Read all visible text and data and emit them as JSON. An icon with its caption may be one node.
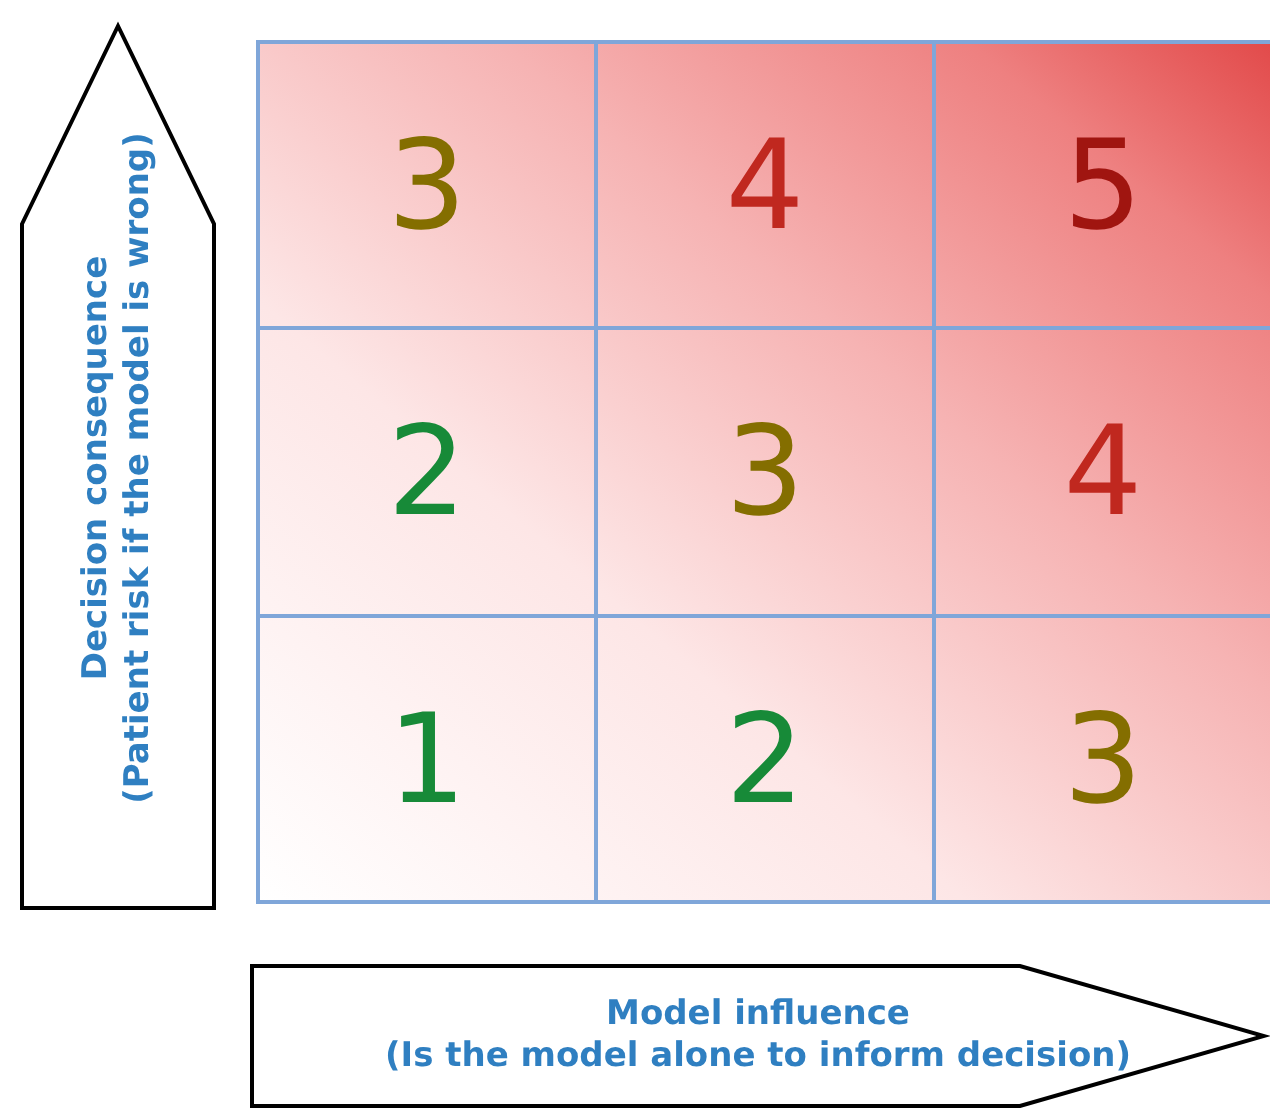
{
  "diagram": {
    "nodes": [
      {
        "text": [
          "Decision consequence",
          "(Patient risk if the model is wrong)"
        ]
      },
      {
        "text": [
          "Model influence",
          "(Is the model alone to inform decision)"
        ]
      }
    ],
    "labels": [
      "3",
      "4",
      "5",
      "2",
      "3",
      "4",
      "1",
      "2",
      "3"
    ]
  }
}
